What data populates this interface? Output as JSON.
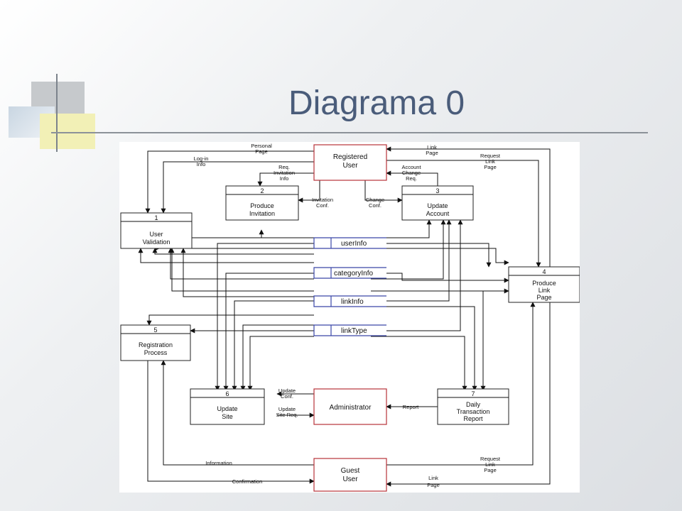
{
  "slide": {
    "title": "Diagrama 0"
  },
  "processes": [
    {
      "num": "1",
      "lines": [
        "User",
        "Validation"
      ]
    },
    {
      "num": "2",
      "lines": [
        "Produce",
        "Invitation"
      ]
    },
    {
      "num": "3",
      "lines": [
        "Update",
        "Account"
      ]
    },
    {
      "num": "4",
      "lines": [
        "Produce",
        "Link",
        "Page"
      ]
    },
    {
      "num": "5",
      "lines": [
        "Registration",
        "Process"
      ]
    },
    {
      "num": "6",
      "lines": [
        "Update",
        "Site"
      ]
    },
    {
      "num": "7",
      "lines": [
        "Daily",
        "Transaction",
        "Report"
      ]
    }
  ],
  "entities": {
    "registered": [
      "Registered",
      "User"
    ],
    "admin": [
      "Administrator"
    ],
    "guest": [
      "Guest",
      "User"
    ]
  },
  "stores": [
    "userInfo",
    "categoryInfo",
    "linkInfo",
    "linkType"
  ],
  "flows": {
    "personal_page": [
      "Personal",
      "Page"
    ],
    "login_info": [
      "Log-in",
      "Info"
    ],
    "req_invitation": [
      "Req.",
      "Invitation",
      "Info"
    ],
    "invitation_conf": [
      "Invitation",
      "Conf."
    ],
    "change_conf": [
      "Change",
      "Conf."
    ],
    "account_change": [
      "Account",
      "Change",
      "Req."
    ],
    "link_page_top": [
      "Link",
      "Page"
    ],
    "request_link_top": [
      "Request",
      "Link",
      "Page"
    ],
    "update_conf": [
      "Update",
      "Conf."
    ],
    "update_site_req": [
      "Update",
      "Site Req."
    ],
    "report": [
      "Report"
    ],
    "information": [
      "Information"
    ],
    "confirmation": [
      "Confirmation"
    ],
    "request_link_bottom": [
      "Request",
      "Link",
      "Page"
    ],
    "link_page_bottom": [
      "Link",
      "Page"
    ]
  }
}
